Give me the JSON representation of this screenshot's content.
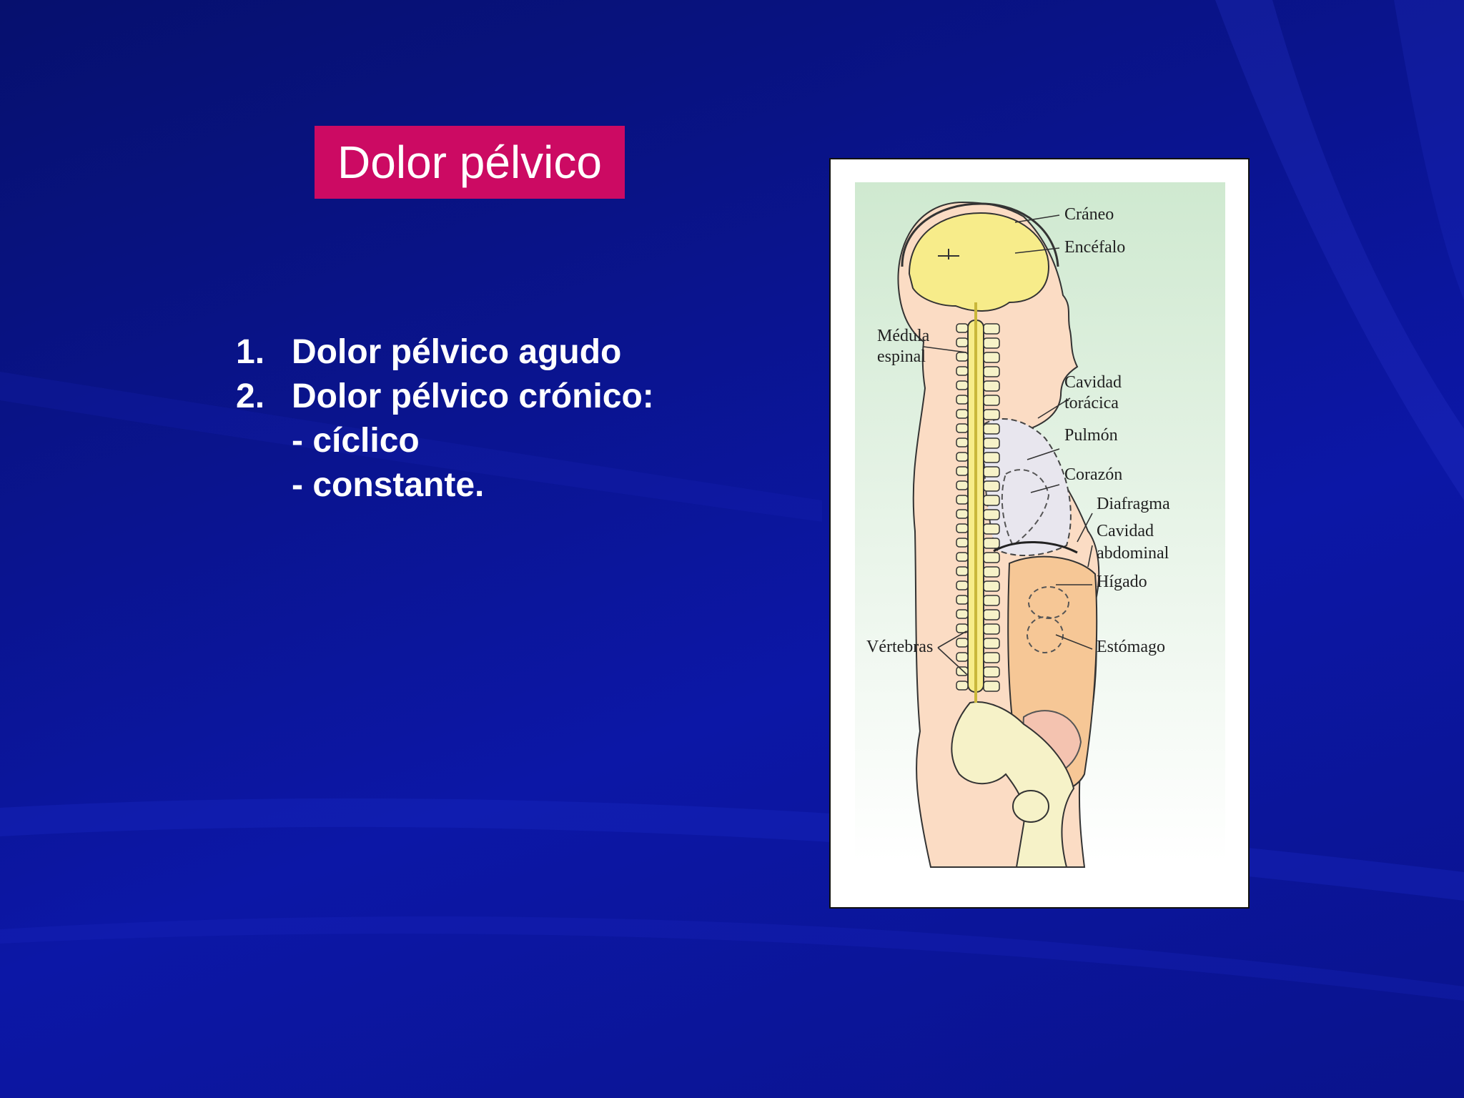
{
  "slide": {
    "title": "Dolor pélvico",
    "list": [
      {
        "number": "1.",
        "text": "Dolor pélvico agudo"
      },
      {
        "number": "2.",
        "text": "Dolor pélvico crónico:"
      }
    ],
    "sub_items": [
      "- cíclico",
      "- constante."
    ]
  },
  "figure": {
    "labels": {
      "craneo": "Cráneo",
      "encefalo": "Encéfalo",
      "medula_1": "Médula",
      "medula_2": "espinal",
      "cavidad_toracica_1": "Cavidad",
      "cavidad_toracica_2": "torácica",
      "pulmon": "Pulmón",
      "corazon": "Corazón",
      "diafragma": "Diafragma",
      "cavidad_abdominal_1": "Cavidad",
      "cavidad_abdominal_2": "abdominal",
      "higado": "Hígado",
      "estomago": "Estómago",
      "vertebras": "Vértebras"
    }
  },
  "colors": {
    "background": "#0a148f",
    "title_box": "#cc0a63",
    "brain": "#f7ec8a",
    "body_skin": "#fbdcc4",
    "lung": "#e8e6ee",
    "abdomen": "#f6c796",
    "figure_bg_top": "#cfe9d0"
  }
}
